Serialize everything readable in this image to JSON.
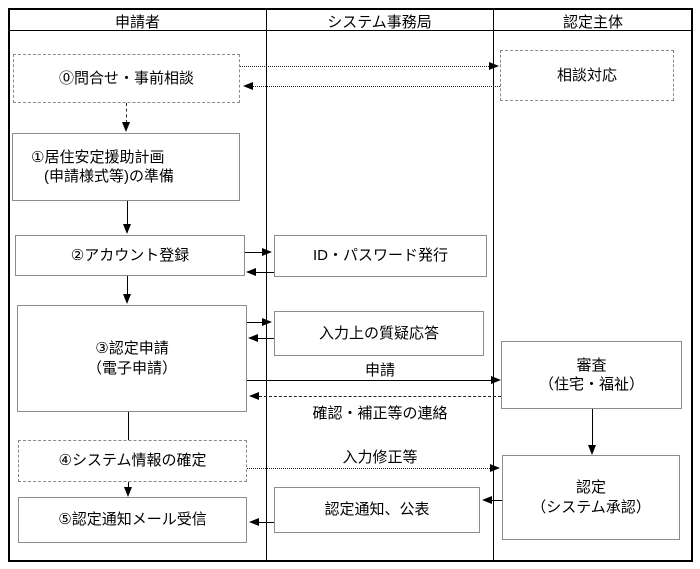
{
  "lanes": [
    {
      "label": "申請者"
    },
    {
      "label": "システム事務局"
    },
    {
      "label": "認定主体"
    }
  ],
  "nodes": {
    "inquiry": {
      "label": "⓪問合せ・事前相談"
    },
    "plan": {
      "line1": "①居住安定援助計画",
      "line2": "(申請様式等)の準備"
    },
    "account": {
      "label": "②アカウント登録"
    },
    "application": {
      "line1": "③認定申請",
      "line2": "（電子申請）"
    },
    "sysinfo": {
      "label": "④システム情報の確定"
    },
    "mail": {
      "label": "⑤認定通知メール受信"
    },
    "idpass": {
      "label": "ID・パスワード発行"
    },
    "qa": {
      "label": "入力上の質疑応答"
    },
    "notify": {
      "label": "認定通知、公表"
    },
    "consult": {
      "label": "相談対応"
    },
    "review": {
      "line1": "審査",
      "line2": "（住宅・福祉）"
    },
    "approve": {
      "line1": "認定",
      "line2": "（システム承認）"
    }
  },
  "edge_labels": {
    "apply": "申請",
    "confirm": "確認・補正等の連絡",
    "correction": "入力修正等"
  },
  "colors": {
    "frame": "#000000",
    "box_border": "#8c8c8c",
    "arrow": "#000000"
  }
}
